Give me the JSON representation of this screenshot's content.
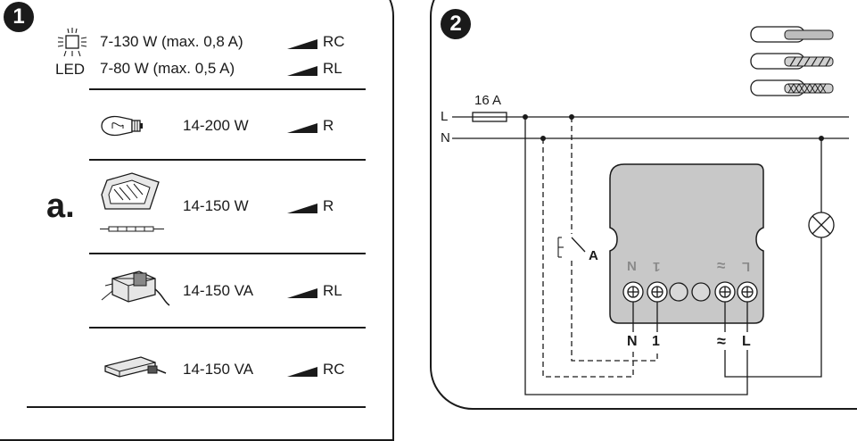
{
  "panel1": {
    "badge": "1",
    "led_label": "LED",
    "section_marker": "a.",
    "rows": [
      {
        "icon": "led-lamp-icon",
        "power": "7-130 W (max. 0,8 A)",
        "mode": "RC"
      },
      {
        "icon": "led-lamp-icon",
        "power": "7-80 W (max. 0,5 A)",
        "mode": "RL"
      },
      {
        "icon": "incandescent-bulb-icon",
        "power": "14-200 W",
        "mode": "R"
      },
      {
        "icon": "halogen-lamp-icon",
        "power": "14-150 W",
        "mode": "R"
      },
      {
        "icon": "wound-transformer-icon",
        "power": "14-150 VA",
        "mode": "RL"
      },
      {
        "icon": "electronic-transformer-icon",
        "power": "14-150 VA",
        "mode": "RC"
      }
    ]
  },
  "panel2": {
    "badge": "2",
    "fuse_label": "16 A",
    "line_label_l": "L",
    "line_label_n": "N",
    "switch_label": "A",
    "module_top_labels": [
      "N",
      "1",
      "≈",
      "L"
    ],
    "terminal_labels": [
      "N",
      "1",
      "≈",
      "L"
    ],
    "cable_icons": [
      "solid-wire-icon",
      "stranded-wire-icon",
      "fine-stranded-wire-icon"
    ]
  }
}
